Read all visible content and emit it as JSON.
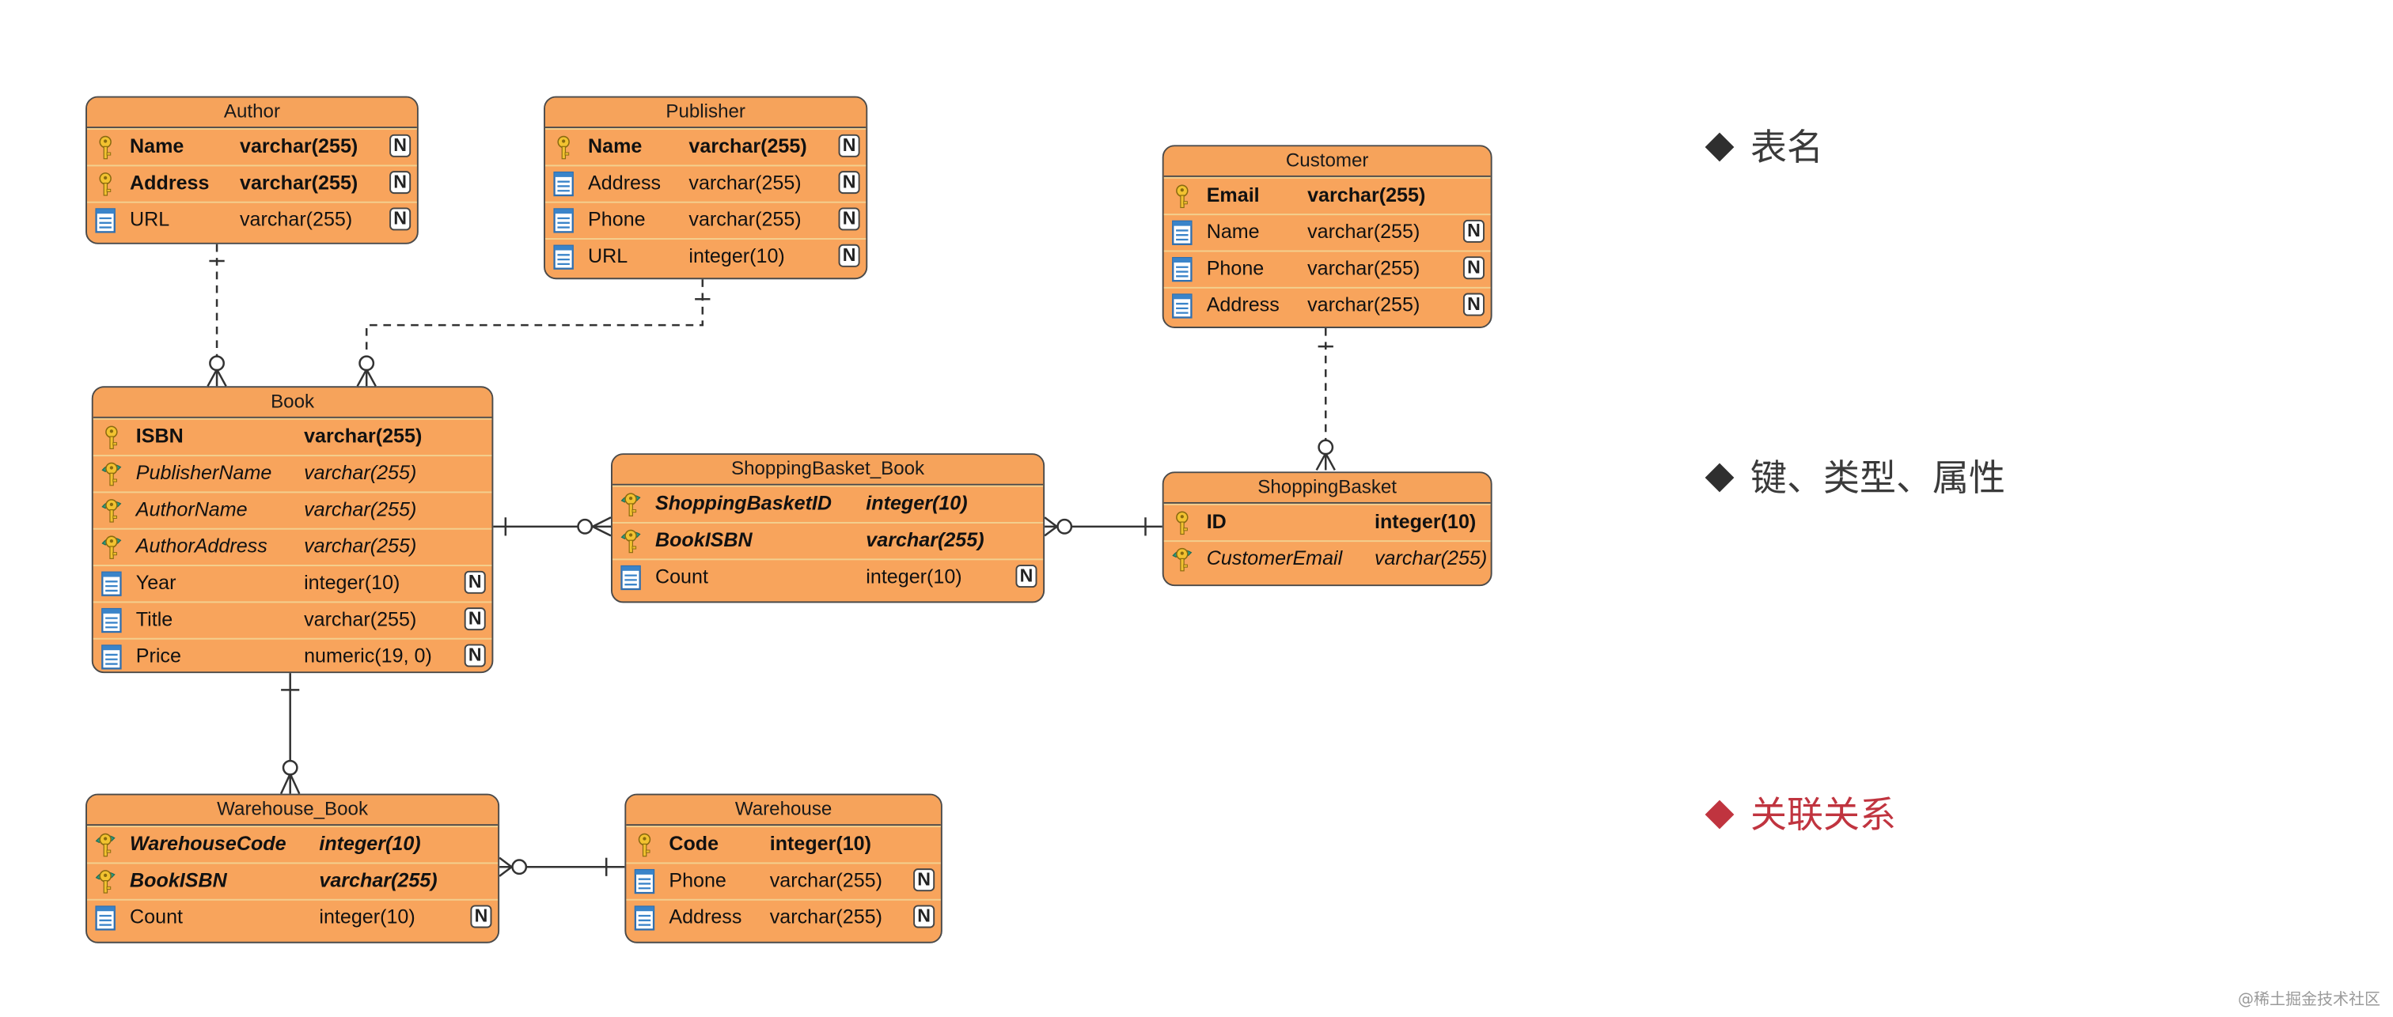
{
  "diagram": {
    "entities": {
      "author": {
        "title": "Author",
        "fields": [
          {
            "name": "Name",
            "type": "varchar(255)",
            "key": "pk",
            "nullable": true
          },
          {
            "name": "Address",
            "type": "varchar(255)",
            "key": "pk",
            "nullable": true
          },
          {
            "name": "URL",
            "type": "varchar(255)",
            "key": "none",
            "nullable": true
          }
        ]
      },
      "publisher": {
        "title": "Publisher",
        "fields": [
          {
            "name": "Name",
            "type": "varchar(255)",
            "key": "pk",
            "nullable": true
          },
          {
            "name": "Address",
            "type": "varchar(255)",
            "key": "none",
            "nullable": true
          },
          {
            "name": "Phone",
            "type": "varchar(255)",
            "key": "none",
            "nullable": true
          },
          {
            "name": "URL",
            "type": "integer(10)",
            "key": "none",
            "nullable": true
          }
        ]
      },
      "customer": {
        "title": "Customer",
        "fields": [
          {
            "name": "Email",
            "type": "varchar(255)",
            "key": "pk",
            "nullable": false
          },
          {
            "name": "Name",
            "type": "varchar(255)",
            "key": "none",
            "nullable": true
          },
          {
            "name": "Phone",
            "type": "varchar(255)",
            "key": "none",
            "nullable": true
          },
          {
            "name": "Address",
            "type": "varchar(255)",
            "key": "none",
            "nullable": true
          }
        ]
      },
      "book": {
        "title": "Book",
        "fields": [
          {
            "name": "ISBN",
            "type": "varchar(255)",
            "key": "pk",
            "nullable": false
          },
          {
            "name": "PublisherName",
            "type": "varchar(255)",
            "key": "fk",
            "nullable": false
          },
          {
            "name": "AuthorName",
            "type": "varchar(255)",
            "key": "fk",
            "nullable": false
          },
          {
            "name": "AuthorAddress",
            "type": "varchar(255)",
            "key": "fk",
            "nullable": false
          },
          {
            "name": "Year",
            "type": "integer(10)",
            "key": "none",
            "nullable": true
          },
          {
            "name": "Title",
            "type": "varchar(255)",
            "key": "none",
            "nullable": true
          },
          {
            "name": "Price",
            "type": "numeric(19, 0)",
            "key": "none",
            "nullable": true
          }
        ]
      },
      "shopping_basket_book": {
        "title": "ShoppingBasket_Book",
        "fields": [
          {
            "name": "ShoppingBasketID",
            "type": "integer(10)",
            "key": "pkfk",
            "nullable": false
          },
          {
            "name": "BookISBN",
            "type": "varchar(255)",
            "key": "pkfk",
            "nullable": false
          },
          {
            "name": "Count",
            "type": "integer(10)",
            "key": "none",
            "nullable": true
          }
        ]
      },
      "shopping_basket": {
        "title": "ShoppingBasket",
        "fields": [
          {
            "name": "ID",
            "type": "integer(10)",
            "key": "pk",
            "nullable": false
          },
          {
            "name": "CustomerEmail",
            "type": "varchar(255)",
            "key": "fk",
            "nullable": false
          }
        ]
      },
      "warehouse_book": {
        "title": "Warehouse_Book",
        "fields": [
          {
            "name": "WarehouseCode",
            "type": "integer(10)",
            "key": "pkfk",
            "nullable": false
          },
          {
            "name": "BookISBN",
            "type": "varchar(255)",
            "key": "pkfk",
            "nullable": false
          },
          {
            "name": "Count",
            "type": "integer(10)",
            "key": "none",
            "nullable": true
          }
        ]
      },
      "warehouse": {
        "title": "Warehouse",
        "fields": [
          {
            "name": "Code",
            "type": "integer(10)",
            "key": "pk",
            "nullable": false
          },
          {
            "name": "Phone",
            "type": "varchar(255)",
            "key": "none",
            "nullable": true
          },
          {
            "name": "Address",
            "type": "varchar(255)",
            "key": "none",
            "nullable": true
          }
        ]
      }
    },
    "nullable_badge": "N",
    "colors": {
      "entity_fill": "#f8a45c",
      "entity_border": "#4a4a4a",
      "line": "#333333"
    }
  },
  "bullets": [
    {
      "text": "表名",
      "active": false
    },
    {
      "text": "键、类型、属性",
      "active": false
    },
    {
      "text": "关联关系",
      "active": true
    }
  ],
  "colors": {
    "bullet_active": "#c0343f",
    "bullet_normal": "#333333"
  },
  "watermark": "@稀土掘金技术社区"
}
